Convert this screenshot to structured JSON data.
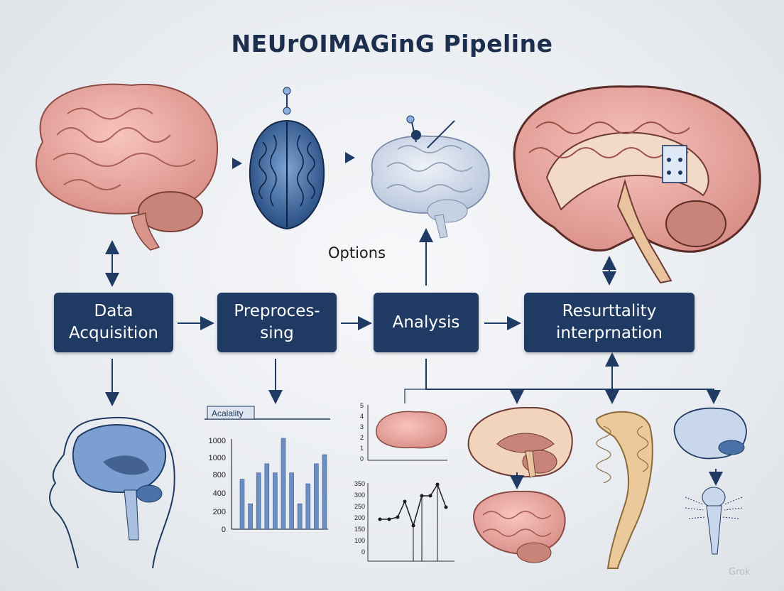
{
  "title": "NEUrOIMAGinG Pipeline",
  "stages": [
    {
      "id": "data-acquisition",
      "lines": [
        "Data",
        "Acquisition"
      ]
    },
    {
      "id": "preprocessing",
      "lines": [
        "Preproces-",
        "sing"
      ]
    },
    {
      "id": "analysis",
      "lines": [
        "Analysis"
      ]
    },
    {
      "id": "result-interpretation",
      "lines": [
        "Resurttality",
        "interprnation"
      ]
    }
  ],
  "annotations": {
    "options": "Options"
  },
  "bar_chart": {
    "title_tab": "Acalality",
    "y_ticks": [
      "1000",
      "1000",
      "800",
      "400",
      "200",
      "0"
    ]
  },
  "mini_chart_top": {
    "y_ticks": [
      "5",
      "4",
      "3",
      "2",
      "1",
      "0"
    ]
  },
  "mini_chart_bottom": {
    "y_ticks": [
      "350",
      "300",
      "250",
      "200",
      "150",
      "100",
      "0"
    ]
  },
  "watermark": "Grok",
  "colors": {
    "box": "#1f3a63",
    "arrow": "#1f3a63",
    "brain_pink": "#e9a7a0",
    "brain_blue": "#2f5d97",
    "bar": "#6b8fc2"
  }
}
